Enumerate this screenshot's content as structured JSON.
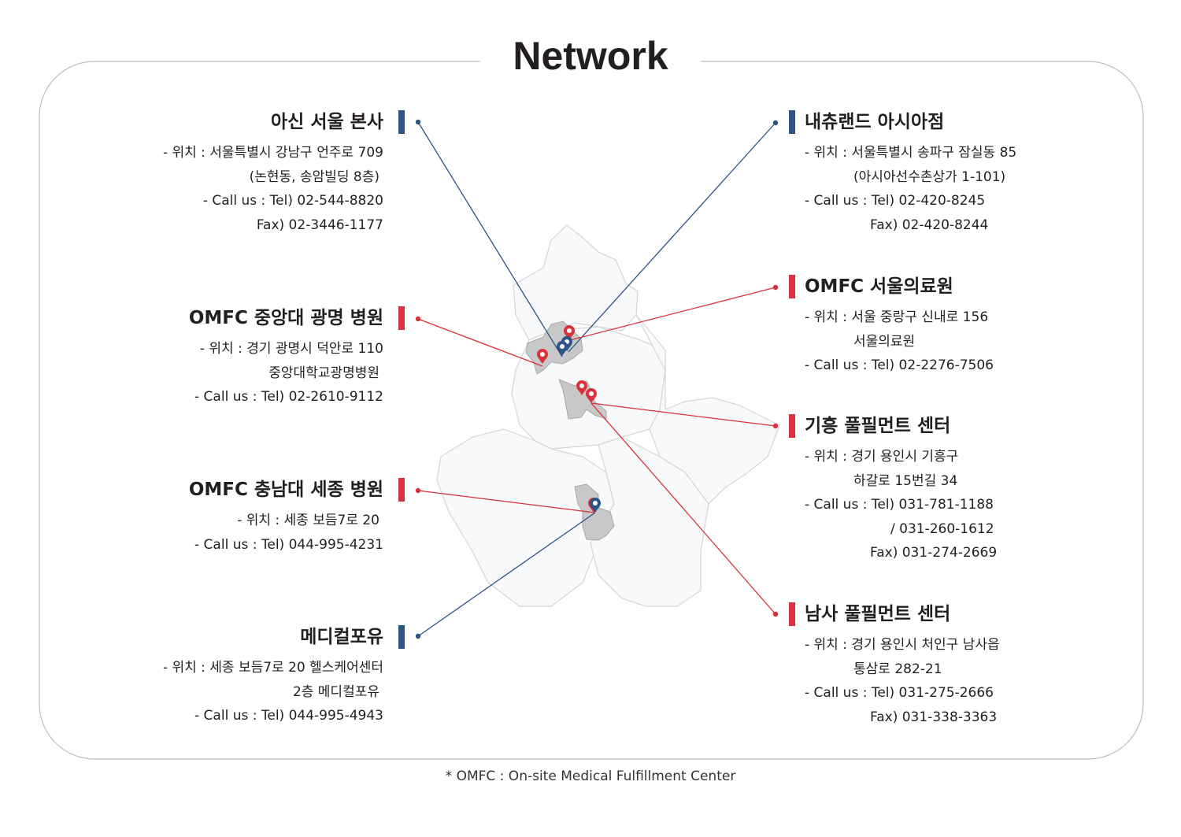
{
  "title": "Network",
  "colors": {
    "blue": "#2d5486",
    "red": "#d9323a",
    "text": "#231f20",
    "border": "#bdbdbd",
    "map_fill": "#f8f9fb",
    "map_highlight": "#c8c8c8"
  },
  "locations": {
    "left": [
      {
        "title": "아신 서울 본사",
        "color": "blue",
        "lines": [
          "- 위치 : 서울특별시 강남구 언주로 709",
          "(논현동, 송암빌딩 8층)",
          "- Call us : Tel) 02-544-8820",
          "Fax) 02-3446-1177"
        ]
      },
      {
        "title": "OMFC 중앙대 광명 병원",
        "color": "red",
        "lines": [
          "- 위치 : 경기 광명시 덕안로 110",
          "중앙대학교광명병원",
          "- Call us : Tel) 02-2610-9112"
        ]
      },
      {
        "title": "OMFC 충남대 세종 병원",
        "color": "red",
        "lines": [
          "- 위치 : 세종 보듬7로 20",
          "- Call us : Tel) 044-995-4231"
        ]
      },
      {
        "title": "메디컬포유",
        "color": "blue",
        "lines": [
          "- 위치 : 세종 보듬7로 20 헬스케어센터",
          "2층 메디컬포유",
          "- Call us : Tel) 044-995-4943"
        ]
      }
    ],
    "right": [
      {
        "title": "내츄랜드 아시아점",
        "color": "blue",
        "lines": [
          "- 위치 : 서울특별시 송파구 잠실동 85",
          "(아시아선수촌상가 1-101)",
          "- Call us : Tel) 02-420-8245",
          "Fax) 02-420-8244"
        ]
      },
      {
        "title": "OMFC 서울의료원",
        "color": "red",
        "lines": [
          "- 위치 : 서울 중랑구 신내로 156",
          "서울의료원",
          "- Call us : Tel) 02-2276-7506"
        ]
      },
      {
        "title": "기흥 풀필먼트 센터",
        "color": "red",
        "lines": [
          "- 위치 : 경기 용인시 기흥구",
          "하갈로 15번길 34",
          "- Call us : Tel) 031-781-1188",
          "/ 031-260-1612",
          "Fax) 031-274-2669"
        ]
      },
      {
        "title": "남사 풀필먼트 센터",
        "color": "red",
        "lines": [
          "- 위치 : 경기 용인시 처인구 남사읍",
          "통삼로 282-21",
          "- Call us : Tel) 031-275-2666",
          "Fax) 031-338-3363"
        ]
      }
    ]
  },
  "footer": "* OMFC : On-site Medical Fulfillment Center"
}
